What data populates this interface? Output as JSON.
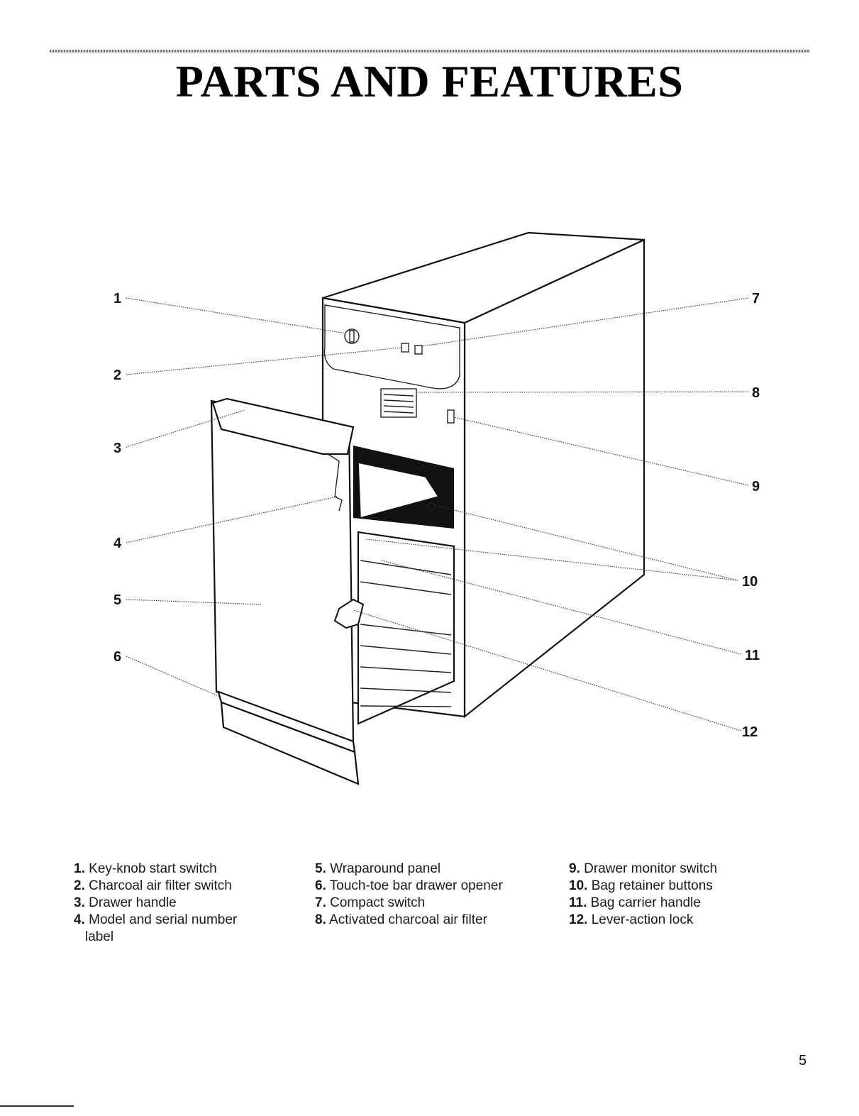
{
  "page": {
    "title": "PARTS AND FEATURES",
    "page_number": "5"
  },
  "callouts": [
    "1",
    "2",
    "3",
    "4",
    "5",
    "6",
    "7",
    "8",
    "9",
    "10",
    "11",
    "12"
  ],
  "legend": {
    "col1": [
      {
        "num": "1.",
        "text": "Key-knob start switch"
      },
      {
        "num": "2.",
        "text": "Charcoal air filter switch"
      },
      {
        "num": "3.",
        "text": "Drawer handle"
      },
      {
        "num": "4.",
        "text": "Model and serial number",
        "cont": "label"
      }
    ],
    "col2": [
      {
        "num": "5.",
        "text": "Wraparound panel"
      },
      {
        "num": "6.",
        "text": "Touch-toe bar drawer opener"
      },
      {
        "num": "7.",
        "text": "Compact switch"
      },
      {
        "num": "8.",
        "text": "Activated charcoal air filter"
      }
    ],
    "col3": [
      {
        "num": "9.",
        "text": "Drawer monitor switch"
      },
      {
        "num": "10.",
        "text": "Bag retainer buttons"
      },
      {
        "num": "11.",
        "text": "Bag carrier handle"
      },
      {
        "num": "12.",
        "text": "Lever-action lock"
      }
    ]
  }
}
